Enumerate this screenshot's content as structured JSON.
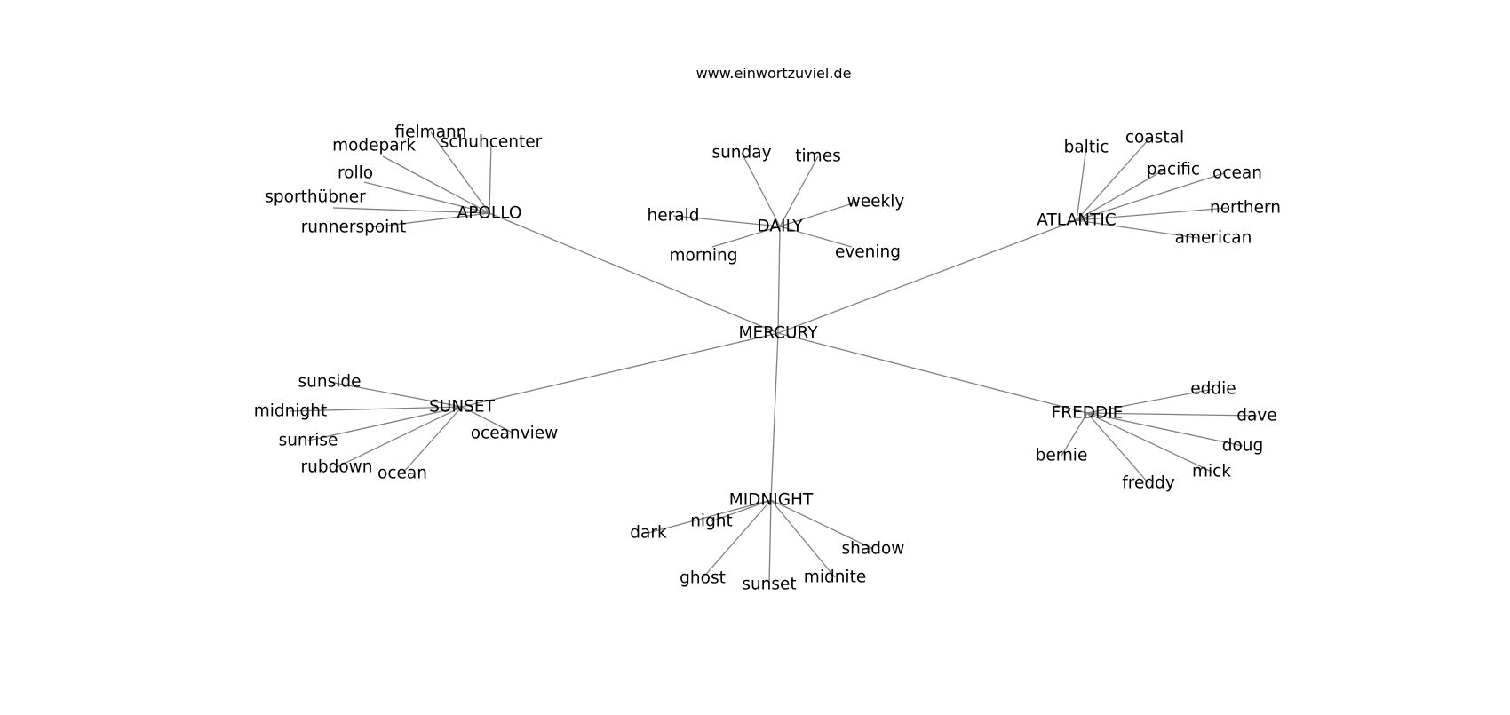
{
  "website": "www.einwortzuviel.de",
  "center": "MERCURY",
  "clusters": [
    {
      "hub": "APOLLO",
      "leaves": [
        "fielmann",
        "schuhcenter",
        "modepark",
        "rollo",
        "sporthübner",
        "runnerspoint"
      ]
    },
    {
      "hub": "DAILY",
      "leaves": [
        "sunday",
        "times",
        "weekly",
        "herald",
        "morning",
        "evening"
      ]
    },
    {
      "hub": "ATLANTIC",
      "leaves": [
        "baltic",
        "coastal",
        "pacific",
        "ocean",
        "northern",
        "american"
      ]
    },
    {
      "hub": "SUNSET",
      "leaves": [
        "sunside",
        "midnight",
        "sunrise",
        "rubdown",
        "ocean",
        "oceanview"
      ]
    },
    {
      "hub": "FREDDIE",
      "leaves": [
        "eddie",
        "dave",
        "doug",
        "mick",
        "freddy",
        "bernie"
      ]
    },
    {
      "hub": "MIDNIGHT",
      "leaves": [
        "dark",
        "night",
        "ghost",
        "sunset",
        "midnite",
        "shadow"
      ]
    }
  ]
}
